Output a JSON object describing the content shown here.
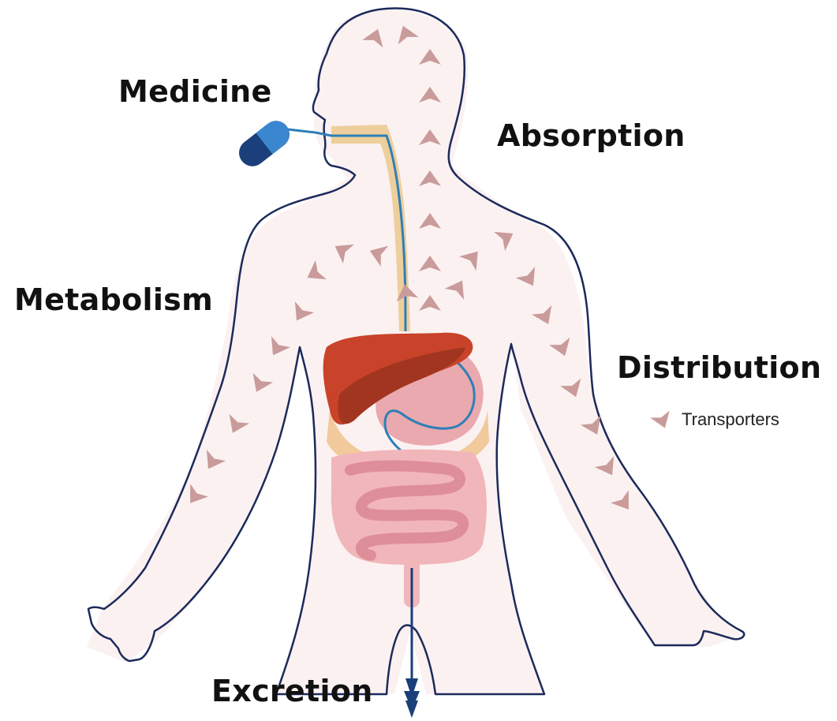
{
  "labels": {
    "medicine": "Medicine",
    "absorption": "Absorption",
    "metabolism": "Metabolism",
    "distribution": "Distribution",
    "excretion": "Excretion"
  },
  "legend": {
    "transporters": "Transporters",
    "icon": "transporter-arrow-icon"
  },
  "colors": {
    "outline": "#1c2a5c",
    "transporter": "#c99b9b",
    "body_fill": "#fbf1f1",
    "liver": "#c8432a",
    "liver_dark": "#a23520",
    "stomach": "#e9a9ae",
    "intestine": "#de8e98",
    "fat": "#f1c99b",
    "esophagus_fill": "#eecf9c",
    "pill_light": "#3a86cf",
    "pill_dark": "#1a3f7a",
    "tube_line": "#2e7fb8"
  }
}
